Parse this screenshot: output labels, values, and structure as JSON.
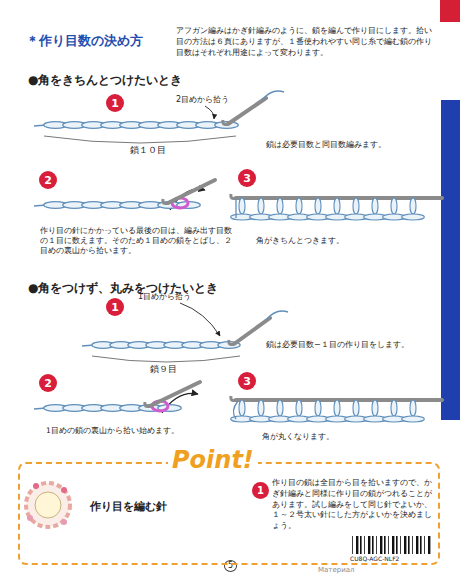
{
  "diagram": {
    "title": "＊作り目数の決め方",
    "nodes": [
      {
        "text": [
          "Point!",
          "作り目を編む針",
          "作り目の鎖は全目から目を拾いますので、かぎ針編みと同様に作り目の鎖がつれることがあります。試し編みをして同じ針でよいか、１～２号太い針にした方がよいかを決めましょう。"
        ]
      },
      {
        "text": [
          "1"
        ]
      },
      {
        "text": [
          "2"
        ]
      },
      {
        "text": [
          "3"
        ]
      },
      {
        "text": [
          "1"
        ]
      },
      {
        "text": [
          "2"
        ]
      },
      {
        "text": [
          "3"
        ]
      },
      {
        "text": [
          "1"
        ],
        "in": 0
      }
    ],
    "labels": [
      "アフガン編みはかぎ針編みのように、鎖を編んで作り目にします。拾い目の方法は６頁にありますが、１番使われやすい同じ糸で編む鎖の作り目数はそれぞれ用途によって変わります。",
      "●角をきちんとつけたいとき",
      "2目めから拾う",
      "鎖１０目",
      "鎖は必要目数と同目数編みます。",
      "作り目の針にかかっている最後の目は、編み出す目数の１目に数えます。そのため１目めの鎖をとばし、２目めの裏山から拾います。",
      "角がきちんとつきます。",
      "●角をつけず、丸みをつけたいとき",
      "1目めから拾う",
      "鎖９目",
      "鎖は必要目数−１目の作り目をします。",
      "1目めの鎖の裏山から拾い始めます。",
      "角が丸くなります。",
      "5",
      "CU8Q-AGC-NLF2",
      "Материал"
    ]
  }
}
